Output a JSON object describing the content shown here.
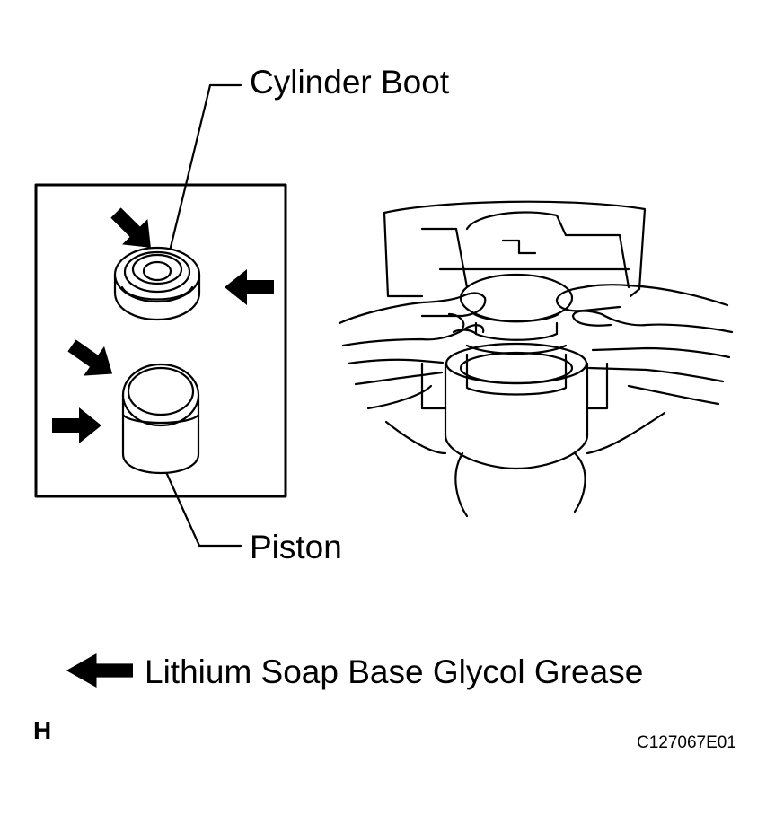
{
  "labels": {
    "cylinder_boot": "Cylinder Boot",
    "piston": "Piston",
    "legend": "Lithium Soap Base Glycol Grease",
    "section_letter": "H",
    "figure_code": "C127067E01"
  },
  "legend_icon": "left-arrow-icon",
  "colors": {
    "line": "#000000",
    "background": "#ffffff"
  }
}
